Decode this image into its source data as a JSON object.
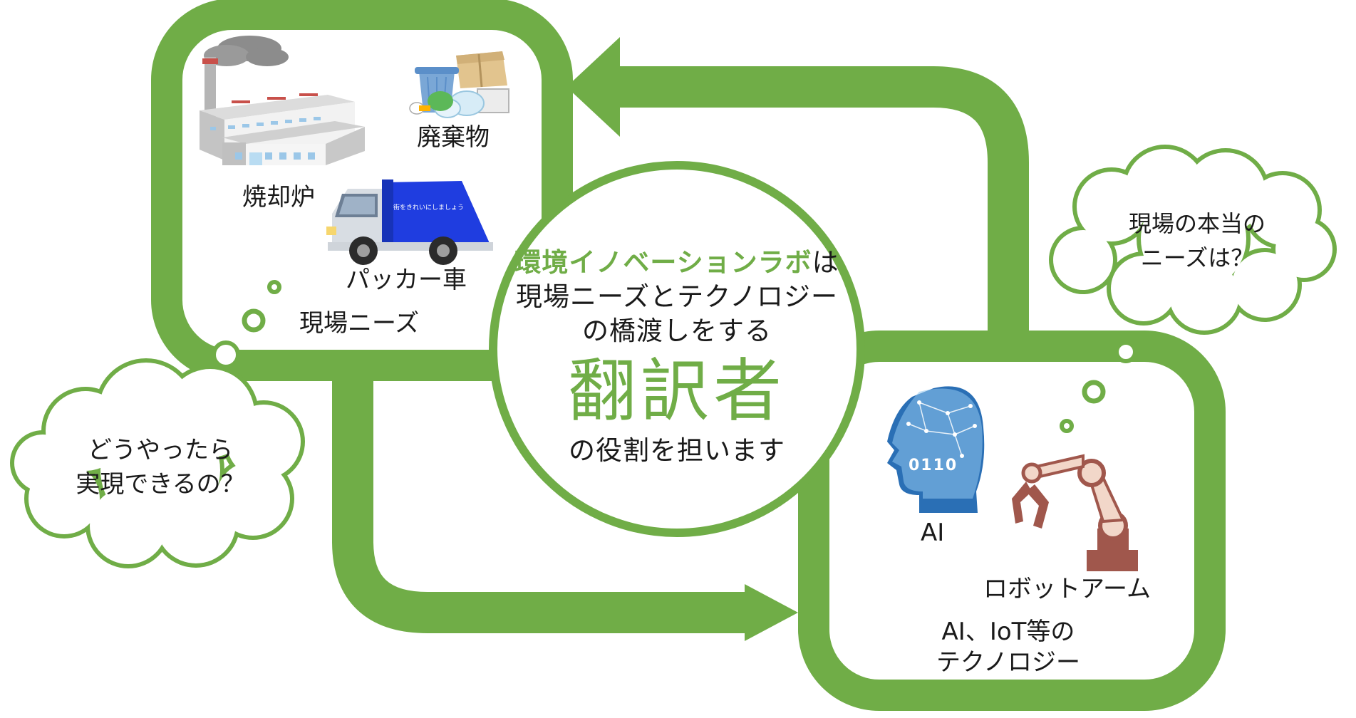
{
  "colors": {
    "accent": "#70ad47",
    "text": "#1a1a1a",
    "truck_body": "#1f3de0",
    "robot": "#a0574c"
  },
  "icons": [
    "factory-icon",
    "garbage-pile-icon",
    "packer-truck-icon",
    "ai-head-icon",
    "robot-arm-icon",
    "thought-cloud-icon"
  ],
  "top_left_box": {
    "haikibutsu": "廃棄物",
    "shoukyakuro": "焼却炉",
    "packer": "パッカー車",
    "needs": "現場ニーズ",
    "truck_side_text": "街をきれいにしましょう"
  },
  "bottom_right_box": {
    "ai": "AI",
    "robot_arm": "ロボットアーム",
    "tech_line1": "AI、IoT等の",
    "tech_line2": "テクノロジー"
  },
  "center": {
    "line1_highlight": "環境イノベーションラボ",
    "line1_rest": "は",
    "line2": "現場ニーズとテクノロジー",
    "line3": "の橋渡しをする",
    "big": "翻訳者",
    "line4": "の役割を担います"
  },
  "cloud_left": {
    "line1": "どうやったら",
    "line2": "実現できるの？"
  },
  "cloud_right": {
    "line1": "現場の本当の",
    "line2": "ニーズは？"
  },
  "ai_graphic_digits": "0110"
}
